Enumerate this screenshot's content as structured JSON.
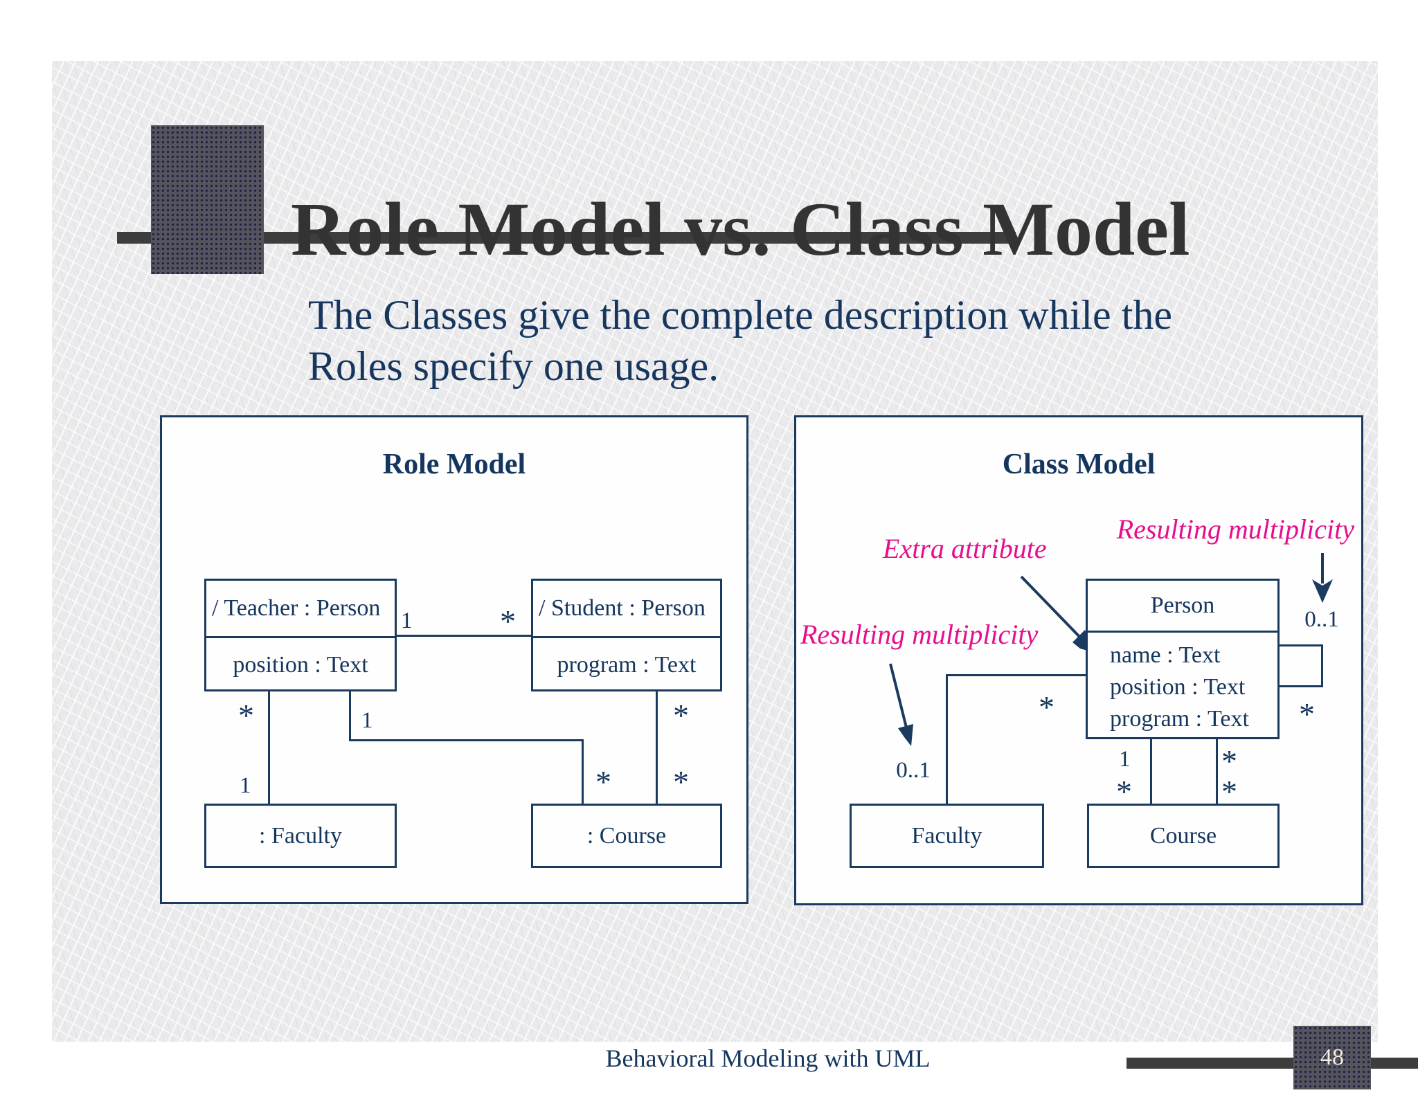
{
  "slide": {
    "title": "Role Model vs. Class Model",
    "subtitle_line1": "The Classes give the complete description while the",
    "subtitle_line2": "Roles specify one usage.",
    "footer": "Behavioral Modeling with UML",
    "page_number": "48"
  },
  "role_model": {
    "heading": "Role Model",
    "teacher": {
      "title": "/ Teacher : Person",
      "attribute": "position : Text"
    },
    "student": {
      "title": "/ Student : Person",
      "attribute": "program : Text"
    },
    "faculty": {
      "title": ": Faculty"
    },
    "course": {
      "title": ": Course"
    },
    "multiplicities": {
      "teacher_student_near_teacher": "1",
      "teacher_student_near_student": "*",
      "teacher_faculty_near_teacher": "*",
      "teacher_faculty_near_faculty": "1",
      "teacher_course_near_teacher": "1",
      "teacher_course_near_course": "*",
      "student_course_near_student": "*",
      "student_course_near_course": "*"
    }
  },
  "class_model": {
    "heading": "Class Model",
    "person": {
      "title": "Person",
      "attributes": [
        "name : Text",
        "position : Text",
        "program : Text"
      ]
    },
    "faculty": {
      "title": "Faculty"
    },
    "course": {
      "title": "Course"
    },
    "annotations": {
      "extra_attribute": "Extra attribute",
      "resulting_multiplicity_top": "Resulting multiplicity",
      "resulting_multiplicity_left": "Resulting multiplicity"
    },
    "multiplicities": {
      "self_association_top": "0..1",
      "self_association_bottom": "*",
      "person_faculty_near_person": "*",
      "person_faculty_near_faculty": "0..1",
      "person_course_left_near_person": "1",
      "person_course_left_near_course": "*",
      "person_course_right_near_person": "*",
      "person_course_right_near_course": "*"
    }
  },
  "colors": {
    "navy": "#1a3a5f",
    "magenta": "#e60e8c",
    "title_gray": "#333333",
    "bar_gray": "#3d3d3d"
  }
}
